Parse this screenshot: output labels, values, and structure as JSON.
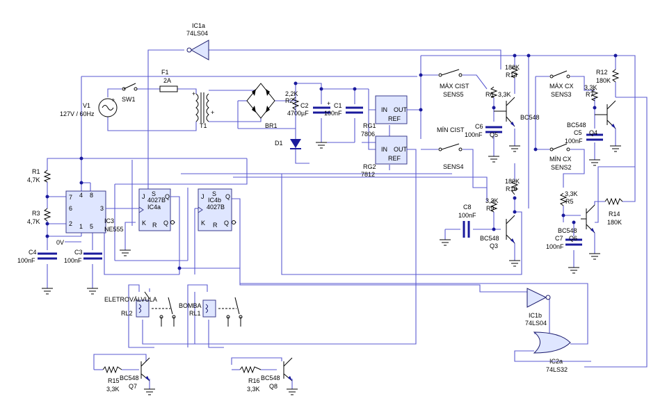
{
  "labels": {
    "ic1a": "IC1a",
    "ic1a_type": "74LS04",
    "ic1b": "IC1b",
    "ic1b_type": "74LS04",
    "ic2a": "IC2a",
    "ic2a_type": "74LS32",
    "f1": "F1",
    "f1_val": "2A",
    "sw1": "SW1",
    "v1": "V1",
    "v1_val": "127V / 60Hz",
    "t1": "T1",
    "br1": "BR1",
    "d1": "D1",
    "r2": "R2",
    "r2_val": "2,2K",
    "c2": "C2",
    "c2_val": "4700µF",
    "c1": "C1",
    "c1_val": "100nF",
    "rg1": "RG1",
    "rg1_val": "7806",
    "rg2": "RG2",
    "rg2_val": "7812",
    "reg_in": "IN",
    "reg_out": "OUT",
    "reg_ref": "REF",
    "max_cist": "MÁX CIST",
    "sens5": "SENS5",
    "min_cist": "MÍN CIST",
    "sens4": "SENS4",
    "max_cx": "MÁX CX",
    "sens3": "SENS3",
    "min_cx": "MÍN CX",
    "sens2": "SENS2",
    "r1": "R1",
    "r1_val": "4,7K",
    "r3": "R3",
    "r3_val": "4,7K",
    "c4": "C4",
    "c4_val": "100nF",
    "c3": "C3",
    "c3_val": "100nF",
    "zero_v": "0V",
    "ic3": "IC3",
    "ic3_type": "NE555",
    "ic4a": "IC4a",
    "ic4a_type": "4027B",
    "ic4b": "IC4b",
    "ic4b_type": "4027B",
    "r14": "R14",
    "r14_val": "180K",
    "r12": "R12",
    "r12_val": "180K",
    "r7": "R7",
    "r7_val": "3,3K",
    "c5": "C5",
    "c5_val": "100nF",
    "q4": "Q4",
    "q4_type": "BC548",
    "r13": "R13",
    "r13_val": "180K",
    "r6": "R6",
    "r6_val": "3,3K",
    "c6": "C6",
    "c6_val": "100nF",
    "q5": "Q5",
    "q5_type": "BC548",
    "r10": "R10",
    "r10_val": "180K",
    "r9": "R9",
    "r9_val": "3,3K",
    "c8": "C8",
    "c8_val": "100nF",
    "q3": "Q3",
    "q3_type": "BC548",
    "r5": "R5",
    "r5_val": "3,3K",
    "c7": "C7",
    "c7_val": "100nF",
    "q6": "Q6",
    "q6_type": "BC548",
    "rl2": "RL2",
    "eletrovalvula": "ELETROVÁLVULA",
    "rl1": "RL1",
    "bomba": "BOMBA",
    "r15": "R15",
    "r15_val": "3,3K",
    "q7": "Q7",
    "q7_type": "BC548",
    "r16": "R16",
    "r16_val": "3,3K",
    "q8": "Q8",
    "q8_type": "BC548",
    "pin_4": "4",
    "pin_8": "8",
    "pin_7": "7",
    "pin_6": "6",
    "pin_2": "2",
    "pin_1": "1",
    "pin_5": "5",
    "pin_3": "3",
    "ff_j": "J",
    "ff_s": "S",
    "ff_k": "K",
    "ff_r": "R",
    "ff_q": "Q",
    "plus": "+"
  },
  "colors": {
    "wire": "#5a5ad0",
    "capacitor": "#1a1a9c",
    "ic_fill": "#dfe6ff"
  }
}
